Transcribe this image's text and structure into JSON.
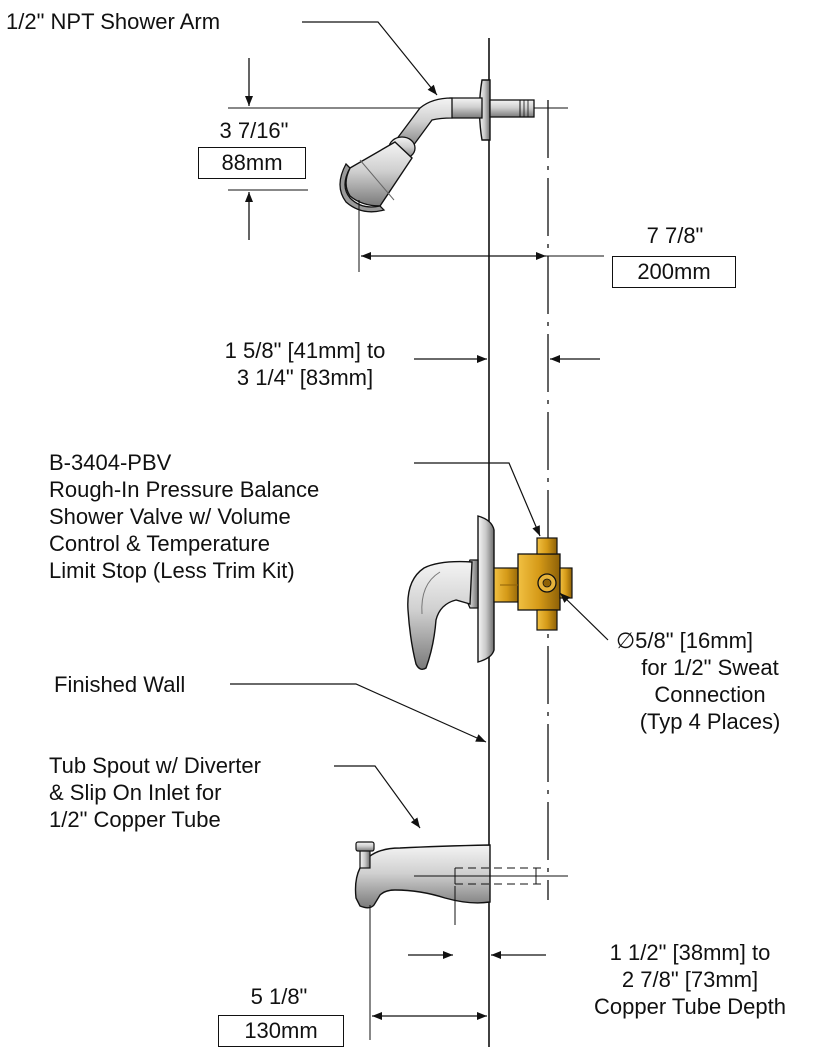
{
  "labels": {
    "shower_arm": "1/2\" NPT Shower Arm",
    "arm_drop": "3 7/16\"",
    "arm_drop_mm": "88mm",
    "head_reach": "7 7/8\"",
    "head_reach_mm": "200mm",
    "rough_depth_1": "1 5/8\" [41mm] to",
    "rough_depth_2": "3 1/4\" [83mm]",
    "valve_line_1": "B-3404-PBV",
    "valve_line_2": "Rough-In Pressure Balance",
    "valve_line_3": "Shower Valve w/ Volume",
    "valve_line_4": "Control & Temperature",
    "valve_line_5": "Limit Stop (Less Trim Kit)",
    "sweat_line_1": "5/8\" [16mm]",
    "diameter_symbol": "∅",
    "sweat_line_2": "for 1/2\" Sweat",
    "sweat_line_3": "Connection",
    "sweat_line_4": "(Typ 4 Places)",
    "finished_wall": "Finished Wall",
    "spout_line_1": "Tub Spout w/ Diverter",
    "spout_line_2": "& Slip On Inlet for",
    "spout_line_3": "1/2\" Copper Tube",
    "copper_depth_1": "1 1/2\" [38mm] to",
    "copper_depth_2": "2 7/8\" [73mm]",
    "copper_depth_3": "Copper Tube Depth",
    "spout_reach": "5 1/8\"",
    "spout_reach_mm": "130mm"
  },
  "colors": {
    "line": "#111111",
    "chrome_light": "#e6e6e6",
    "chrome_dark": "#8a8a8a",
    "brass": "#d9a21c",
    "brass_dark": "#8a5e06"
  }
}
